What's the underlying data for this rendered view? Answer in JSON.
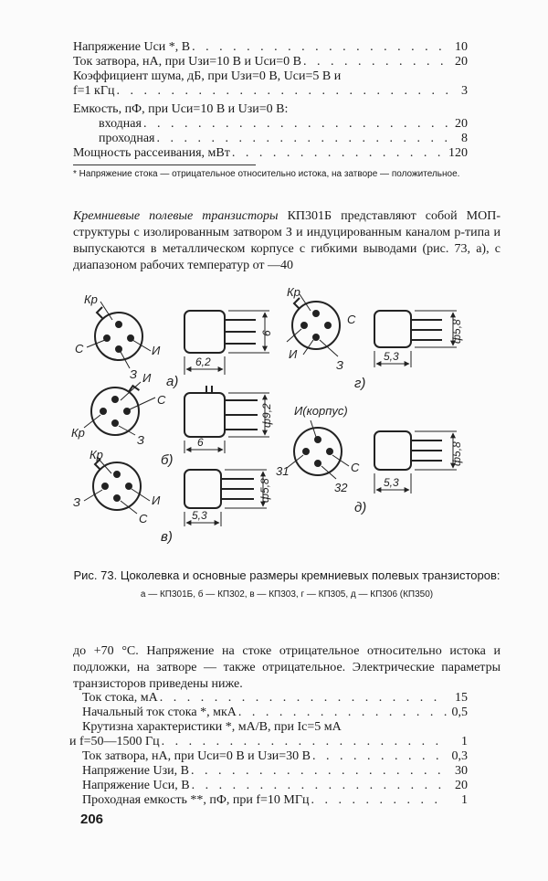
{
  "top_specs": [
    {
      "label": "Напряжение Uси *, В",
      "value": "10"
    },
    {
      "label": "Ток затвора, нА, при Uзи=10 В и Uси=0 В",
      "value": "20"
    },
    {
      "label": "Коэффициент шума, дБ, при Uзи=0 В, Uси=5 В и",
      "value": ""
    },
    {
      "label": "f=1 кГц",
      "value": "3"
    },
    {
      "label": "Емкость, пФ, при Uси=10 В и Uзи=0 В:",
      "value": ""
    },
    {
      "label": "входная",
      "value": "20",
      "indent": true
    },
    {
      "label": "проходная",
      "value": "8",
      "indent": true
    },
    {
      "label": "Мощность рассеивания, мВт",
      "value": "120"
    }
  ],
  "footnote": "* Напряжение стока — отрицательное относительно истока, на затворе — положительное.",
  "intro_lead": "Кремниевые полевые транзисторы",
  "intro_rest": " КП301Б представляют собой МОП-структуры с изолированным затвором З и индуцированным каналом p-типа и выпускаются в металлическом корпусе с гибкими выводами (рис. 73, а), с диапазоном рабочих температур от —40",
  "figure": {
    "a": {
      "pins": [
        "Кр",
        "С",
        "И",
        "З"
      ],
      "dims": [
        "6,2",
        "6"
      ],
      "letter": "а)"
    },
    "b": {
      "pins": [
        "И",
        "С",
        "Кр",
        "З"
      ],
      "dims": [
        "6",
        "ф9,2"
      ],
      "letter": "б)"
    },
    "v": {
      "pins": [
        "Кр",
        "З",
        "И",
        "С"
      ],
      "dims": [
        "5,3",
        "ф5,8"
      ],
      "letter": "в)"
    },
    "g": {
      "pins": [
        "Кр",
        "С",
        "И",
        "З"
      ],
      "dims": [
        "5,3",
        "ф5,8"
      ],
      "letter": "г)"
    },
    "d": {
      "pins": [
        "И(корпус)",
        "31",
        "С",
        "32"
      ],
      "dims": [
        "5,3",
        "ф5,8"
      ],
      "letter": "д)"
    }
  },
  "caption_main": "Рис. 73. Цоколевка и основные размеры кремниевых полевых транзисторов:",
  "caption_legend": "а — КП301Б, б — КП302, в — КП303, г — КП305, д — КП306 (КП350)",
  "continuation": "до +70 °С. Напряжение на стоке отрицательное относительно истока и подложки, на затворе — также отрицательное. Электрические параметры транзисторов приведены ниже.",
  "bottom_specs": [
    {
      "label": "Ток стока, мА",
      "value": "15"
    },
    {
      "label": "Начальный ток стока *, мкА",
      "value": "0,5"
    },
    {
      "label": "Крутизна характеристики *, мА/В, при Iс=5 мА",
      "value": ""
    },
    {
      "label": "и f=50—1500 Гц",
      "value": "1"
    },
    {
      "label": "Ток затвора, нА, при Uси=0 В и Uзи=30 В",
      "value": "0,3"
    },
    {
      "label": "Напряжение Uзи, В",
      "value": "30"
    },
    {
      "label": "Напряжение Uси, В",
      "value": "20"
    },
    {
      "label": "Проходная емкость **, пФ, при f=10 МГц",
      "value": "1"
    }
  ],
  "page_number": "206"
}
